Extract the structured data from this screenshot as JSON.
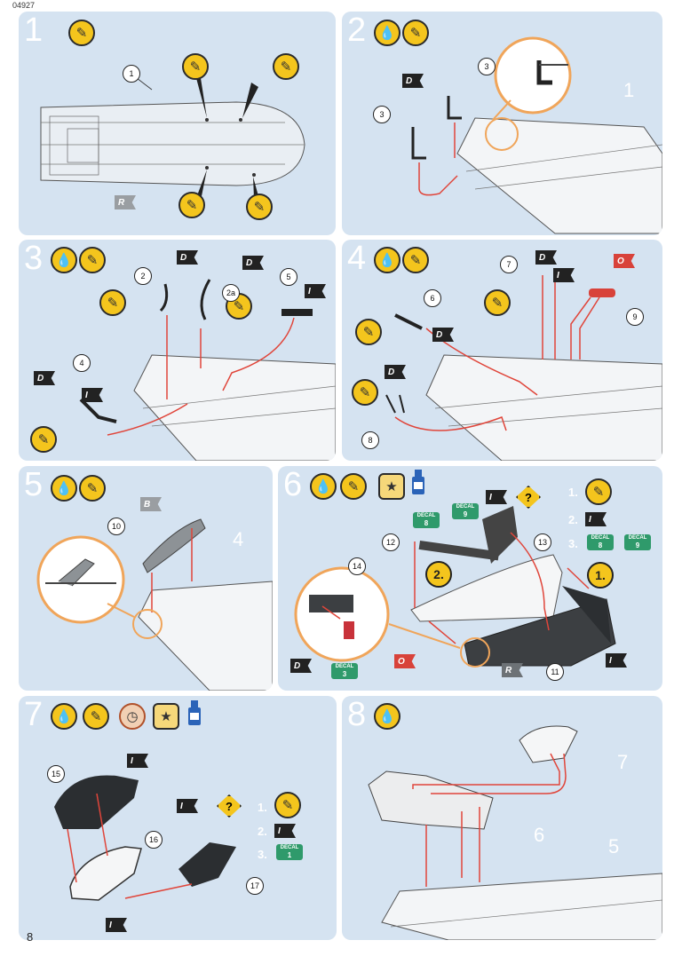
{
  "doc_code": "04927",
  "page_number": "8",
  "steps": [
    {
      "number": "1",
      "labels": {
        "p1": "1",
        "flag_r": "R"
      }
    },
    {
      "number": "2",
      "labels": {
        "p3a": "3",
        "p3b": "3",
        "flag_d": "D",
        "ref1": "1"
      }
    },
    {
      "number": "3",
      "labels": {
        "p2": "2",
        "p2a": "2a",
        "p5": "5",
        "p4": "4",
        "flag_d1": "D",
        "flag_d2": "D",
        "flag_d3": "D",
        "flag_i1": "I",
        "flag_i2": "I"
      }
    },
    {
      "number": "4",
      "labels": {
        "p7": "7",
        "p6": "6",
        "p9": "9",
        "p8": "8",
        "flag_d1": "D",
        "flag_d2": "D",
        "flag_d3": "D",
        "flag_i": "I",
        "flag_o": "O"
      }
    },
    {
      "number": "5",
      "labels": {
        "p10": "10",
        "flag_b": "B",
        "ref4": "4"
      }
    },
    {
      "number": "6",
      "labels": {
        "p12": "12",
        "p13": "13",
        "p14": "14",
        "p11": "11",
        "flag_i1": "I",
        "flag_i2": "I",
        "flag_i3": "I",
        "flag_r": "R",
        "flag_d": "D",
        "flag_o": "O",
        "order1": "1.",
        "order2": "2.",
        "seq1": "1.",
        "seq2": "2.",
        "seq3": "3.",
        "decal_word": "DECAL",
        "decal8": "8",
        "decal9": "9",
        "decal3": "3"
      }
    },
    {
      "number": "7",
      "labels": {
        "p15": "15",
        "p16": "16",
        "p17": "17",
        "flag_i1": "I",
        "flag_i2": "I",
        "flag_i3": "I",
        "flag_i4": "I",
        "seq1": "1.",
        "seq2": "2.",
        "seq3": "3.",
        "decal_word": "DECAL",
        "decal1": "1"
      }
    },
    {
      "number": "8",
      "labels": {
        "ref7": "7",
        "ref6": "6",
        "ref5": "5"
      }
    }
  ],
  "icons": {
    "glue": "glue-tube-icon",
    "brush": "paint-brush-icon",
    "clock": "clock-icon",
    "decal_box": "decal-star-icon",
    "bottle": "decal-softener-bottle-icon",
    "question": "question-mark-icon"
  },
  "colors": {
    "panel": "#d5e3f1",
    "accent_yellow": "#f4c51d",
    "arrow_red": "#e0453a",
    "decal_green": "#2f9a6b",
    "callout_orange": "#f0a55a"
  }
}
